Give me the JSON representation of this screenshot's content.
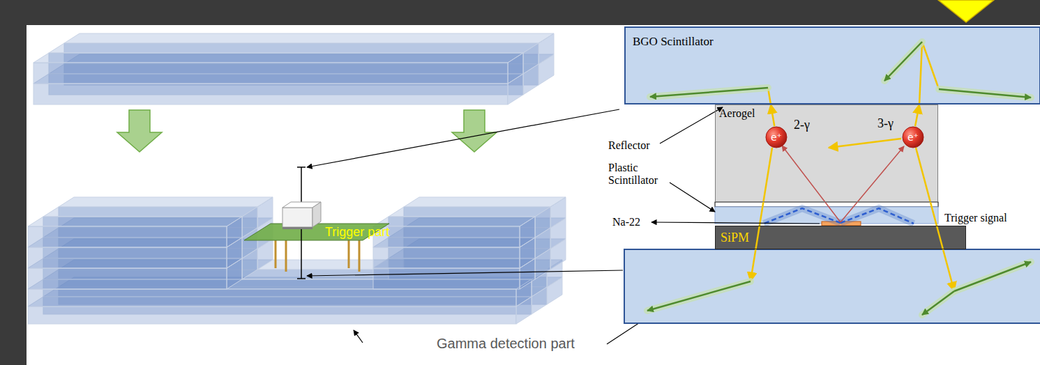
{
  "diagram": {
    "nodes": [
      {
        "text": [
          "BGO Scintillator"
        ]
      },
      {
        "text": [
          "Aerogel",
          "2-γ",
          "3-γ"
        ]
      },
      {
        "text": [
          "e⁺"
        ],
        "in": 1
      },
      {
        "text": [
          "e⁺"
        ],
        "in": 1
      },
      {
        "text": [
          "SiPM"
        ]
      }
    ],
    "edges": [
      {
        "from": 2,
        "to": 0,
        "arrow": "to"
      },
      {
        "from": 3,
        "to": 0,
        "arrow": "to"
      }
    ],
    "labels": [
      "Reflector",
      "Plastic Scintillator",
      "Na-22",
      "Trigger signal",
      "Trigger part",
      "Gamma detection part"
    ]
  }
}
